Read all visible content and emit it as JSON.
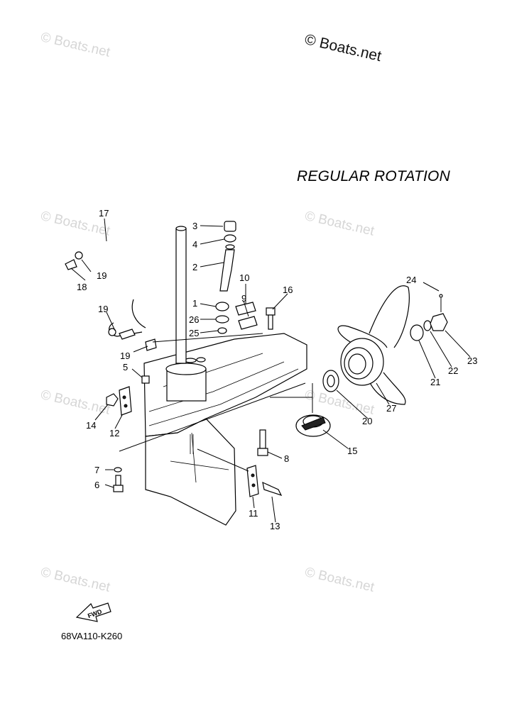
{
  "title": "REGULAR ROTATION",
  "diagram_code": "68VA110-K260",
  "watermark_main": "© Boats.net",
  "watermark": "© Boats.net",
  "fwd_label": "FWD",
  "callouts": [
    "1",
    "2",
    "3",
    "4",
    "5",
    "6",
    "7",
    "8",
    "9",
    "10",
    "11",
    "12",
    "13",
    "14",
    "15",
    "16",
    "17",
    "18",
    "19",
    "19",
    "19",
    "20",
    "21",
    "22",
    "23",
    "24",
    "25",
    "26",
    "27"
  ]
}
